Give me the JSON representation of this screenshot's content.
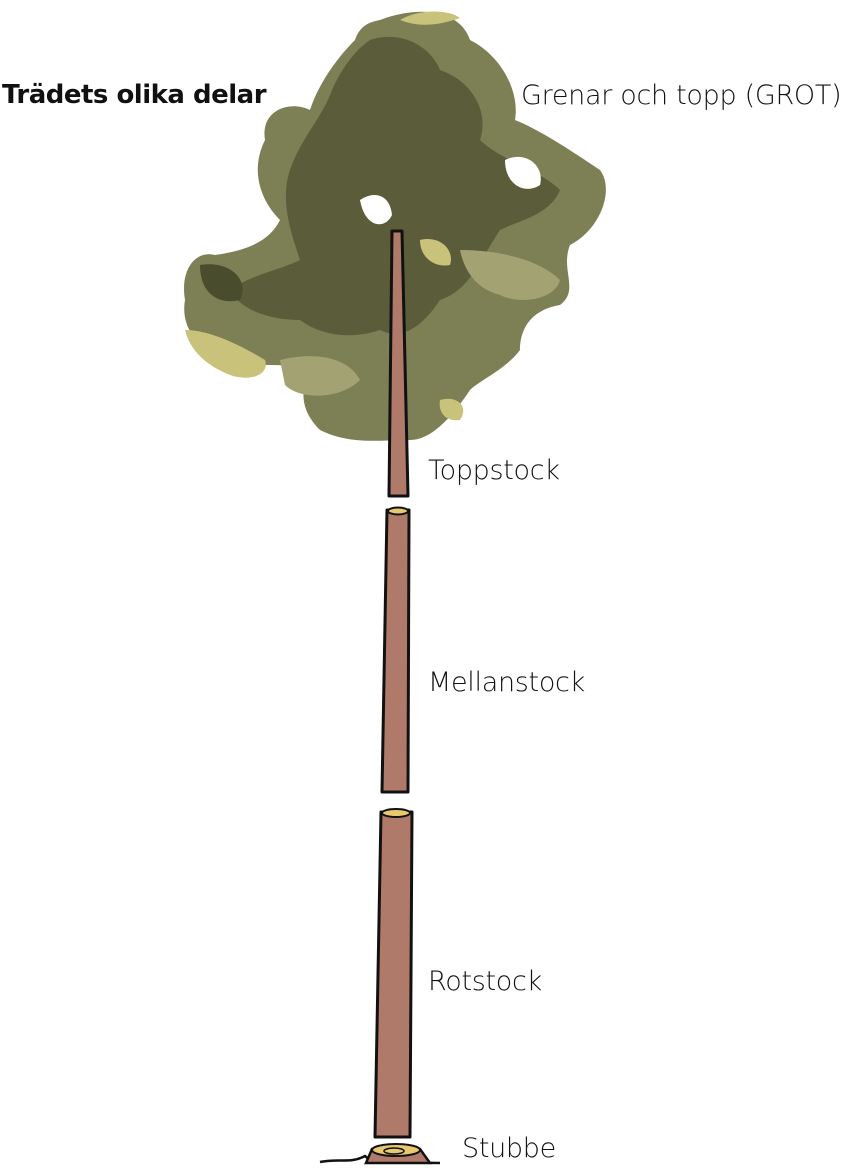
{
  "title": "Trädets olika delar",
  "labels": {
    "crown": "Grenar och topp (GROT)",
    "top_log": "Toppstock",
    "middle_log": "Mellanstock",
    "butt_log": "Rotstock",
    "stump": "Stubbe"
  },
  "colors": {
    "trunk": "#b07a6a",
    "cut_face": "#e8c870",
    "foliage_dark": "#5b5d3a",
    "foliage_mid": "#7d7f55",
    "foliage_light": "#a2a272",
    "foliage_yellow": "#c9c27a"
  }
}
